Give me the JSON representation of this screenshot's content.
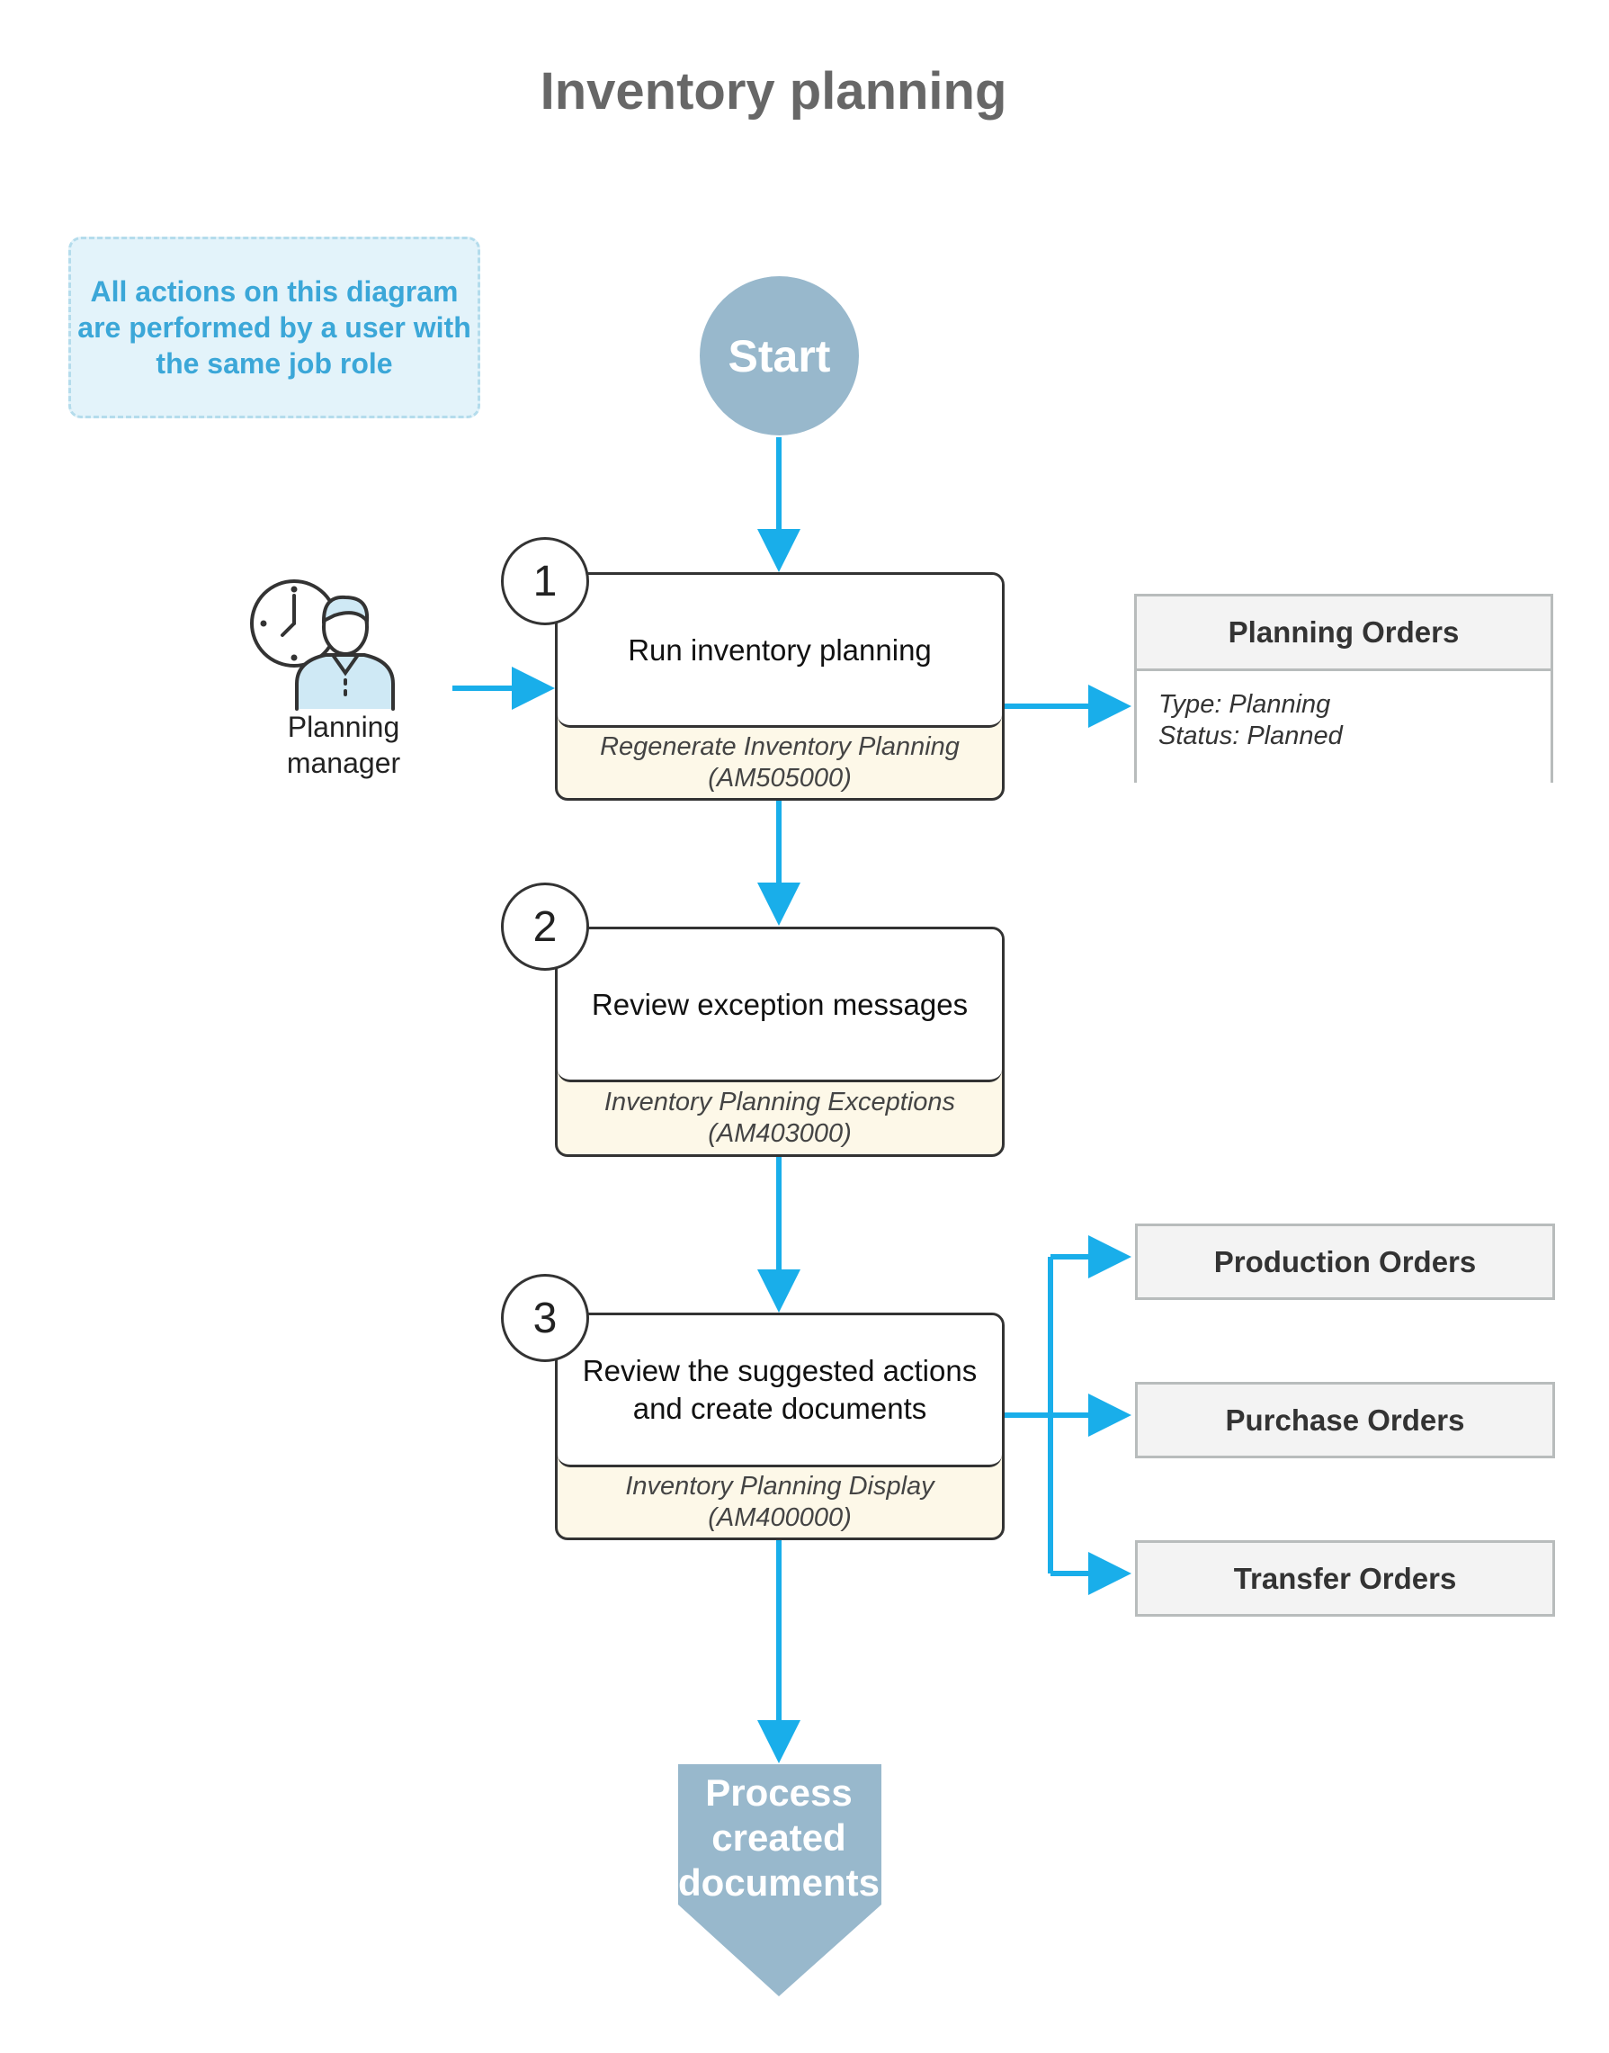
{
  "title": "Inventory planning",
  "note": "All actions on this diagram are performed by a user with the same job role",
  "start": "Start",
  "role": {
    "label": "Planning manager",
    "icon": "planning-manager-icon"
  },
  "steps": [
    {
      "number": "1",
      "title": "Run inventory planning",
      "screen": "Regenerate Inventory Planning (AM505000)"
    },
    {
      "number": "2",
      "title": "Review exception messages",
      "screen": "Inventory Planning Exceptions (AM403000)"
    },
    {
      "number": "3",
      "title": "Review the suggested actions and create documents",
      "screen": "Inventory Planning Display (AM400000)"
    }
  ],
  "planning_orders": {
    "title": "Planning Orders",
    "type": "Type: Planning",
    "status": "Status: Planned"
  },
  "outputs": [
    "Production Orders",
    "Purchase Orders",
    "Transfer Orders"
  ],
  "end": "Process created documents",
  "colors": {
    "arrow": "#19aeea",
    "start_fill": "#98b8cc",
    "note_fill": "#e3f3fa",
    "note_text": "#3ba7d8",
    "screen_fill": "#fdf8e8",
    "box_fill": "#f3f3f3"
  }
}
